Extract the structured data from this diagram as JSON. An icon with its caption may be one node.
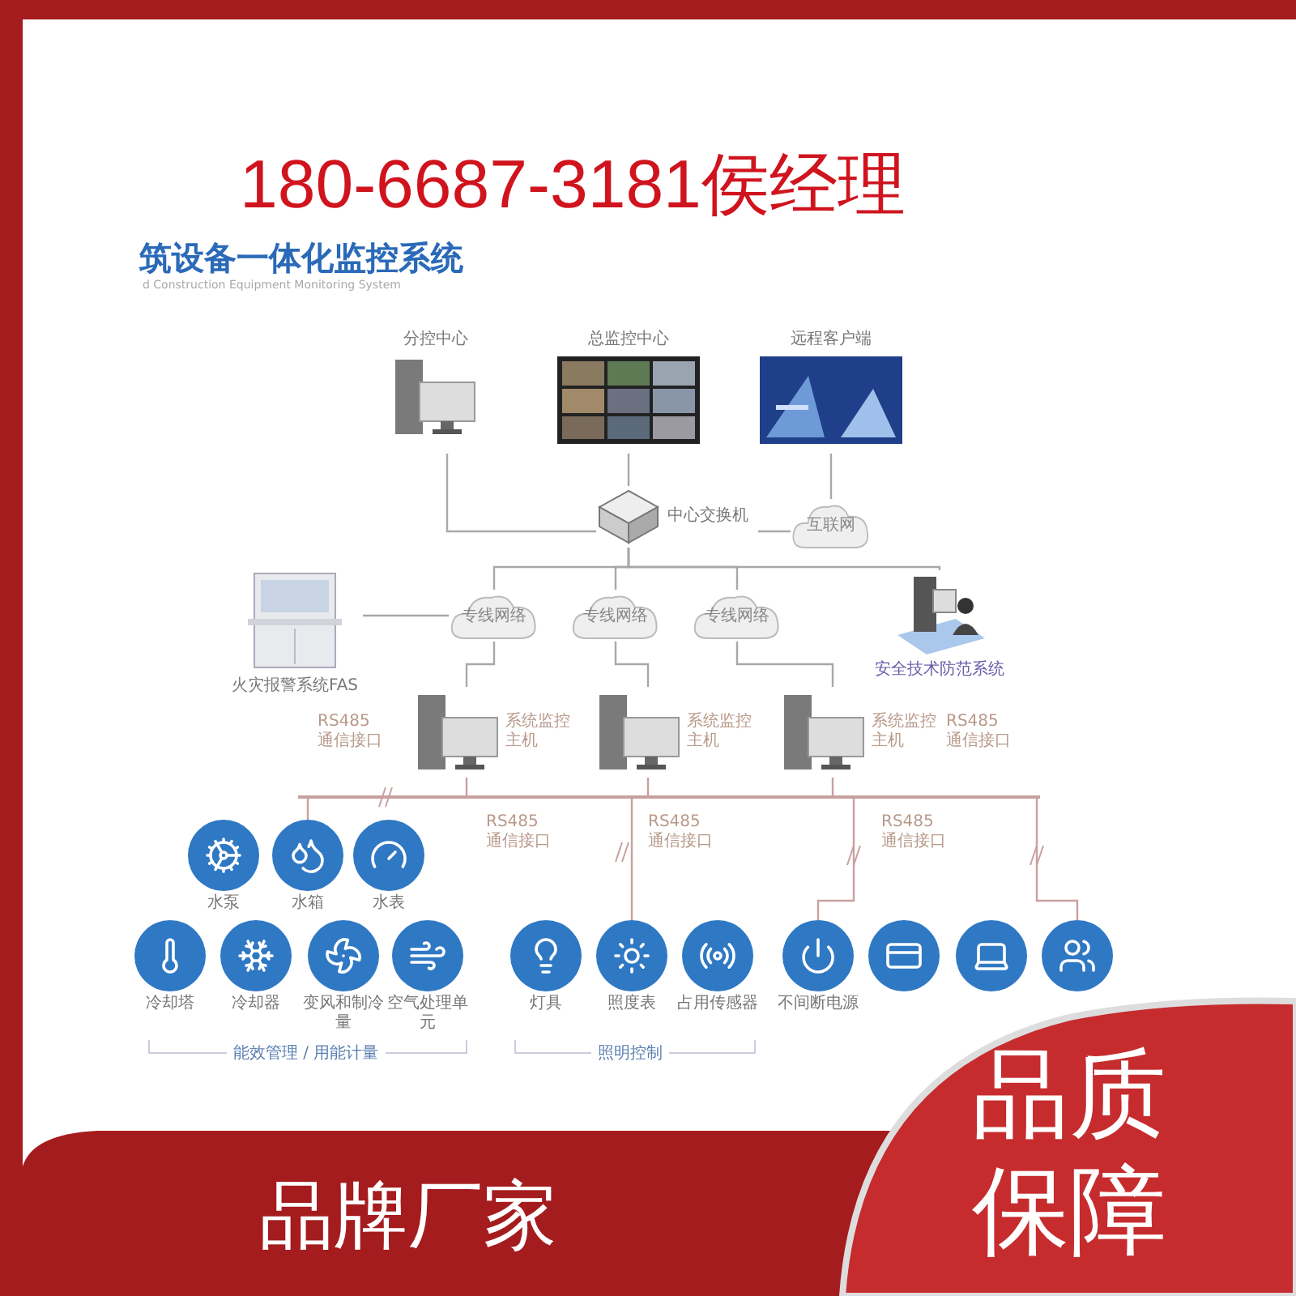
{
  "diagram": {
    "title": "筑设备一体化监控系统",
    "nodes": [
      {
        "text": [
          "分控中心"
        ]
      },
      {
        "text": [
          "总监控中心"
        ]
      },
      {
        "text": [
          "远程客户端"
        ]
      },
      {
        "text": [
          "中心交换机"
        ]
      },
      {
        "text": [
          "互联网"
        ]
      },
      {
        "text": [
          "专线网络"
        ]
      },
      {
        "text": [
          "专线网络"
        ]
      },
      {
        "text": [
          "专线网络"
        ]
      },
      {
        "text": [
          "安全技术防范系统"
        ]
      },
      {
        "text": [
          "火灾报警系统FAS"
        ]
      },
      {
        "text": [
          "系统监控主机"
        ]
      },
      {
        "text": [
          "系统监控主机"
        ]
      },
      {
        "text": [
          "系统监控主机"
        ]
      },
      {
        "text": [],
        "shape": "bar"
      },
      {
        "text": [
          "水泵"
        ]
      },
      {
        "text": [
          "水箱"
        ]
      },
      {
        "text": [
          "水表"
        ]
      },
      {
        "text": [
          "冷却塔"
        ]
      },
      {
        "text": [
          "冷却器"
        ]
      },
      {
        "text": [
          "变风和制冷量"
        ]
      },
      {
        "text": [
          "空气处理单元"
        ]
      },
      {
        "text": [
          "灯具"
        ]
      },
      {
        "text": [
          "照度表"
        ]
      },
      {
        "text": [
          "占用传感器"
        ]
      },
      {
        "text": [
          "不间断电源"
        ]
      },
      {
        "text": [],
        "shape": "circle"
      },
      {
        "text": [],
        "shape": "circle"
      },
      {
        "text": [],
        "shape": "circle"
      }
    ],
    "edges": [
      {
        "from": 0,
        "to": 3,
        "arrow": "none"
      },
      {
        "from": 1,
        "to": 3,
        "arrow": "none"
      },
      {
        "from": 2,
        "to": 4,
        "arrow": "none"
      },
      {
        "from": 3,
        "to": 4,
        "arrow": "none"
      },
      {
        "from": 3,
        "to": 5,
        "arrow": "none"
      },
      {
        "from": 3,
        "to": 6,
        "arrow": "none"
      },
      {
        "from": 3,
        "to": 7,
        "arrow": "none"
      },
      {
        "from": 3,
        "to": 8,
        "arrow": "none"
      },
      {
        "from": 9,
        "to": 5,
        "arrow": "none"
      },
      {
        "from": 5,
        "to": 10,
        "arrow": "none"
      },
      {
        "from": 6,
        "to": 11,
        "arrow": "none"
      },
      {
        "from": 7,
        "to": 12,
        "arrow": "none"
      },
      {
        "from": 10,
        "to": 13,
        "arrow": "none",
        "color": "#c9a0a0"
      },
      {
        "from": 11,
        "to": 13,
        "arrow": "none",
        "color": "#c9a0a0"
      },
      {
        "from": 12,
        "to": 13,
        "arrow": "none",
        "color": "#c9a0a0"
      },
      {
        "from": 13,
        "to": 15,
        "arrow": "none",
        "color": "#c9a0a0"
      },
      {
        "from": 13,
        "to": 22,
        "arrow": "none",
        "color": "#c9a0a0"
      },
      {
        "from": 13,
        "to": 24,
        "arrow": "none",
        "color": "#c9a0a0"
      },
      {
        "from": 13,
        "to": 27,
        "arrow": "none",
        "color": "#c9a0a0"
      }
    ],
    "labels": [
      "180-6687-3181侯经理",
      "d Construction Equipment Monitoring System",
      "RS485 通信接口",
      "RS485 通信接口",
      "RS485 通信接口",
      "RS485 通信接口",
      "RS485 通信接口",
      "能效管理 / 用能计量",
      "照明控制",
      "品牌厂家",
      "品质保障"
    ]
  }
}
